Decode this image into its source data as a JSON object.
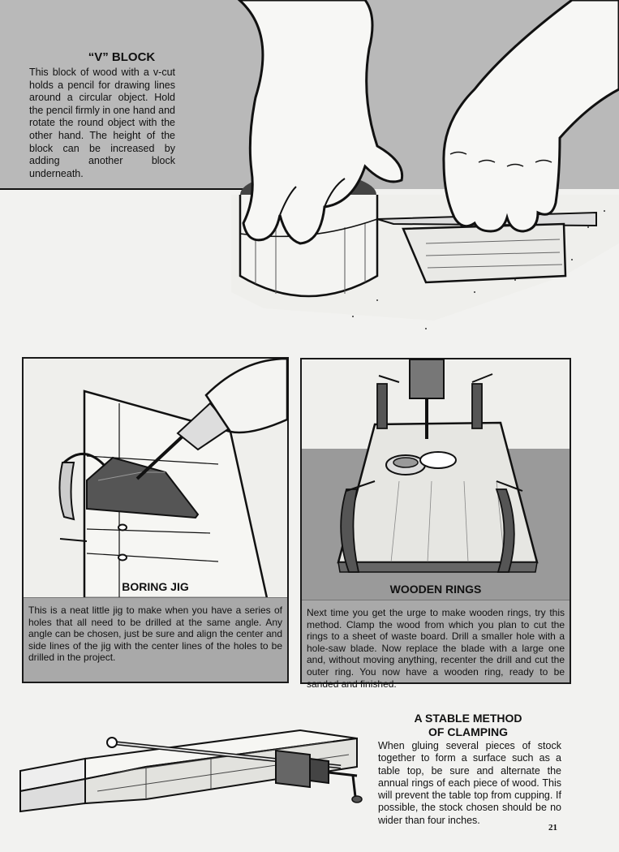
{
  "vblock": {
    "title": "“V” BLOCK",
    "text": "This block of wood with a v-cut holds a pencil for drawing lines around a circular object. Hold the pencil firmly in one hand and rotate the round object with the other hand. The height of the block can be increased by adding another block underneath."
  },
  "boring_jig": {
    "title": "BORING JIG",
    "text": "This is a neat little jig to make when you have a series of holes that all need to be drilled at the same angle. Any angle can be chosen, just be sure and align the center and side lines of the jig with the center lines of the holes to be drilled in the project."
  },
  "wooden_rings": {
    "title": "WOODEN RINGS",
    "text": "Next time you get the urge to make wooden rings, try this method. Clamp the wood from which you plan to cut the rings to a sheet of waste board. Drill a smaller hole with a hole-saw blade. Now replace the blade with a large one and, without moving anything, recenter the drill and cut the outer ring. You now have a wooden ring, ready to be sanded and finished."
  },
  "stable_clamping": {
    "title_line1": "A STABLE METHOD",
    "title_line2": "OF CLAMPING",
    "text": "When gluing several pieces of stock together to form a surface such as a table top, be sure and alternate the annual rings of each piece of wood. This will prevent the table top from cupping. If possible, the stock chosen should be no wider than four inches."
  },
  "page_number": "21"
}
